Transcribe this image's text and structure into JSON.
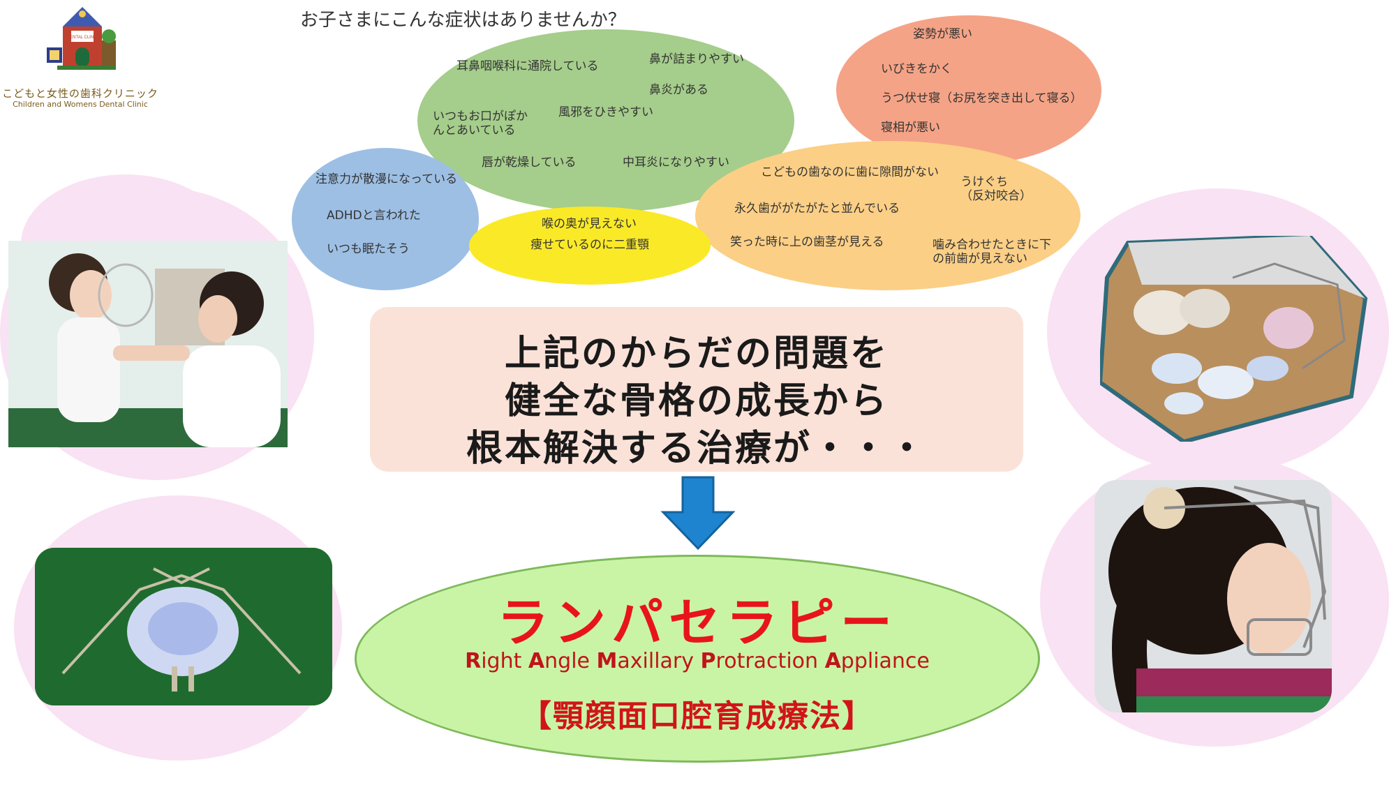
{
  "logo": {
    "name_jp": "こどもと女性の歯科クリニック",
    "name_en": "Children and Womens Dental Clinic",
    "badge": "DENTAL CLINIC"
  },
  "question": "お子さまにこんな症状はありませんか？",
  "symptoms": {
    "green": [
      "耳鼻咽喉科に通院している",
      "鼻が詰まりやすい",
      "鼻炎がある",
      "いつもお口がぽか",
      "んとあいている",
      "風邪をひきやすい",
      "唇が乾燥している",
      "中耳炎になりやすい"
    ],
    "salmon": [
      "姿勢が悪い",
      "いびきをかく",
      "うつ伏せ寝（お尻を突き出して寝る）",
      "寝相が悪い"
    ],
    "orange": [
      "こどもの歯なのに歯に隙間がない",
      "うけぐち",
      "（反対咬合）",
      "永久歯ががたがたと並んでいる",
      "笑った時に上の歯茎が見える",
      "噛み合わせたときに下",
      "の前歯が見えない"
    ],
    "blue": [
      "注意力が散漫になっている",
      "ADHDと言われた",
      "いつも眠たそう"
    ],
    "yellow": [
      "喉の奥が見えない",
      "痩せているのに二重顎"
    ]
  },
  "middle_text": [
    "上記のからだの問題を",
    "健全な骨格の成長から",
    "根本解決する治療が・・・"
  ],
  "therapy": {
    "title": "ランパセラピー",
    "subtitle_parts": [
      {
        "cap": "R",
        "rest": "ight "
      },
      {
        "cap": "A",
        "rest": "ngle "
      },
      {
        "cap": "M",
        "rest": "axillary "
      },
      {
        "cap": "P",
        "rest": "rotraction "
      },
      {
        "cap": "A",
        "rest": "ppliance"
      }
    ],
    "jp": "【顎顔面口腔育成療法】"
  },
  "colors": {
    "green_bubble": "#a5cd8b",
    "salmon_bubble": "#f5a386",
    "orange_bubble": "#fbcf86",
    "blue_bubble": "#9dbfe4",
    "yellow_bubble": "#fae927",
    "middle_box": "#fbe2d8",
    "arrow": "#1e84cf",
    "therapy_title": "#e8141b",
    "oval": "#c9f4a6",
    "blob": "#f9e2f3"
  },
  "icons": [
    "clinic-logo-icon",
    "down-arrow-icon"
  ],
  "images": [
    "photo-child-treatment",
    "photo-appliance",
    "photo-skull-models",
    "photo-child-facemask"
  ]
}
